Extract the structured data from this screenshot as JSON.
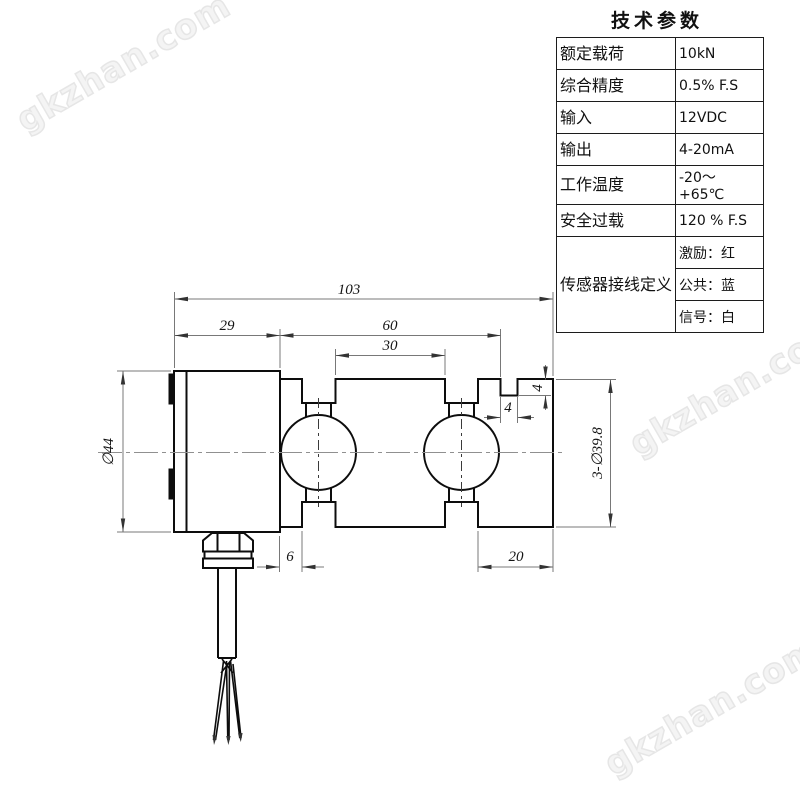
{
  "watermark": {
    "text": "gkzhan.com"
  },
  "spec_table": {
    "title": "技术参数",
    "rows": [
      {
        "label": "额定载荷",
        "value": "10kN"
      },
      {
        "label": "综合精度",
        "value": "0.5% F.S"
      },
      {
        "label": "输入",
        "value": "12VDC"
      },
      {
        "label": "输出",
        "value": "4-20mA"
      },
      {
        "label": "工作温度",
        "value": "-20～+65℃"
      },
      {
        "label": "安全过载",
        "value": "120 % F.S"
      }
    ],
    "wiring": {
      "label": "传感器接线定义",
      "values": [
        "激励：红",
        "公共：蓝",
        "信号：白"
      ]
    }
  },
  "drawing": {
    "dimensions": {
      "overall_length": "103",
      "left_block_length": "29",
      "hole_span": "60",
      "middle_section": "30",
      "notch_width": "4",
      "notch_depth": "4",
      "bottom_step": "6",
      "right_section": "20",
      "housing_diameter": "∅44",
      "beam_diameter": "3-∅39.8"
    }
  }
}
